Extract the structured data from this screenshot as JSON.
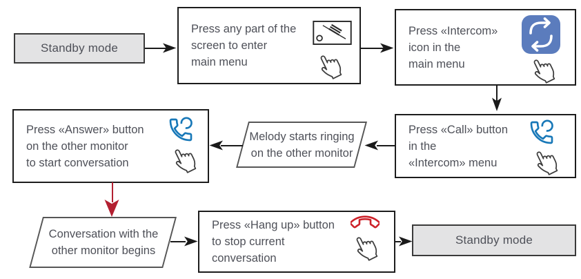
{
  "colors": {
    "intercom_blue": "#5b7cbd",
    "phone_blue": "#1878b8",
    "hangup_red": "#cd2129",
    "arrow_red": "#b32031",
    "arrow_black": "#1a1a1a",
    "box_gray": "#e3e3e4",
    "text": "#4e5058"
  },
  "nodes": {
    "standby_start": {
      "label": "Standby mode"
    },
    "press_screen": {
      "lines": [
        "Press any part of the",
        "screen to enter",
        "main menu"
      ],
      "icons": [
        "touchscreen-icon",
        "tap-hand-icon"
      ]
    },
    "press_intercom": {
      "lines": [
        "Press «Intercom»",
        "icon in the",
        "main menu"
      ],
      "icons": [
        "intercom-loop-icon",
        "tap-hand-icon"
      ]
    },
    "press_call": {
      "lines": [
        "Press «Call» button",
        "in the",
        "«Intercom» menu"
      ],
      "icons": [
        "call-handset-icon",
        "tap-hand-icon"
      ]
    },
    "melody": {
      "lines": [
        "Melody starts ringing",
        "on the other monitor"
      ]
    },
    "press_answer": {
      "lines": [
        "Press «Answer» button",
        "on the other monitor",
        "to start conversation"
      ],
      "icons": [
        "call-handset-icon",
        "tap-hand-icon"
      ]
    },
    "conversation": {
      "lines": [
        "Conversation with the",
        "other monitor begins"
      ]
    },
    "press_hangup": {
      "lines": [
        "Press «Hang up» button",
        "to stop current",
        "conversation"
      ],
      "icons": [
        "hangup-handset-icon",
        "tap-hand-icon"
      ]
    },
    "standby_end": {
      "label": "Standby mode"
    }
  }
}
